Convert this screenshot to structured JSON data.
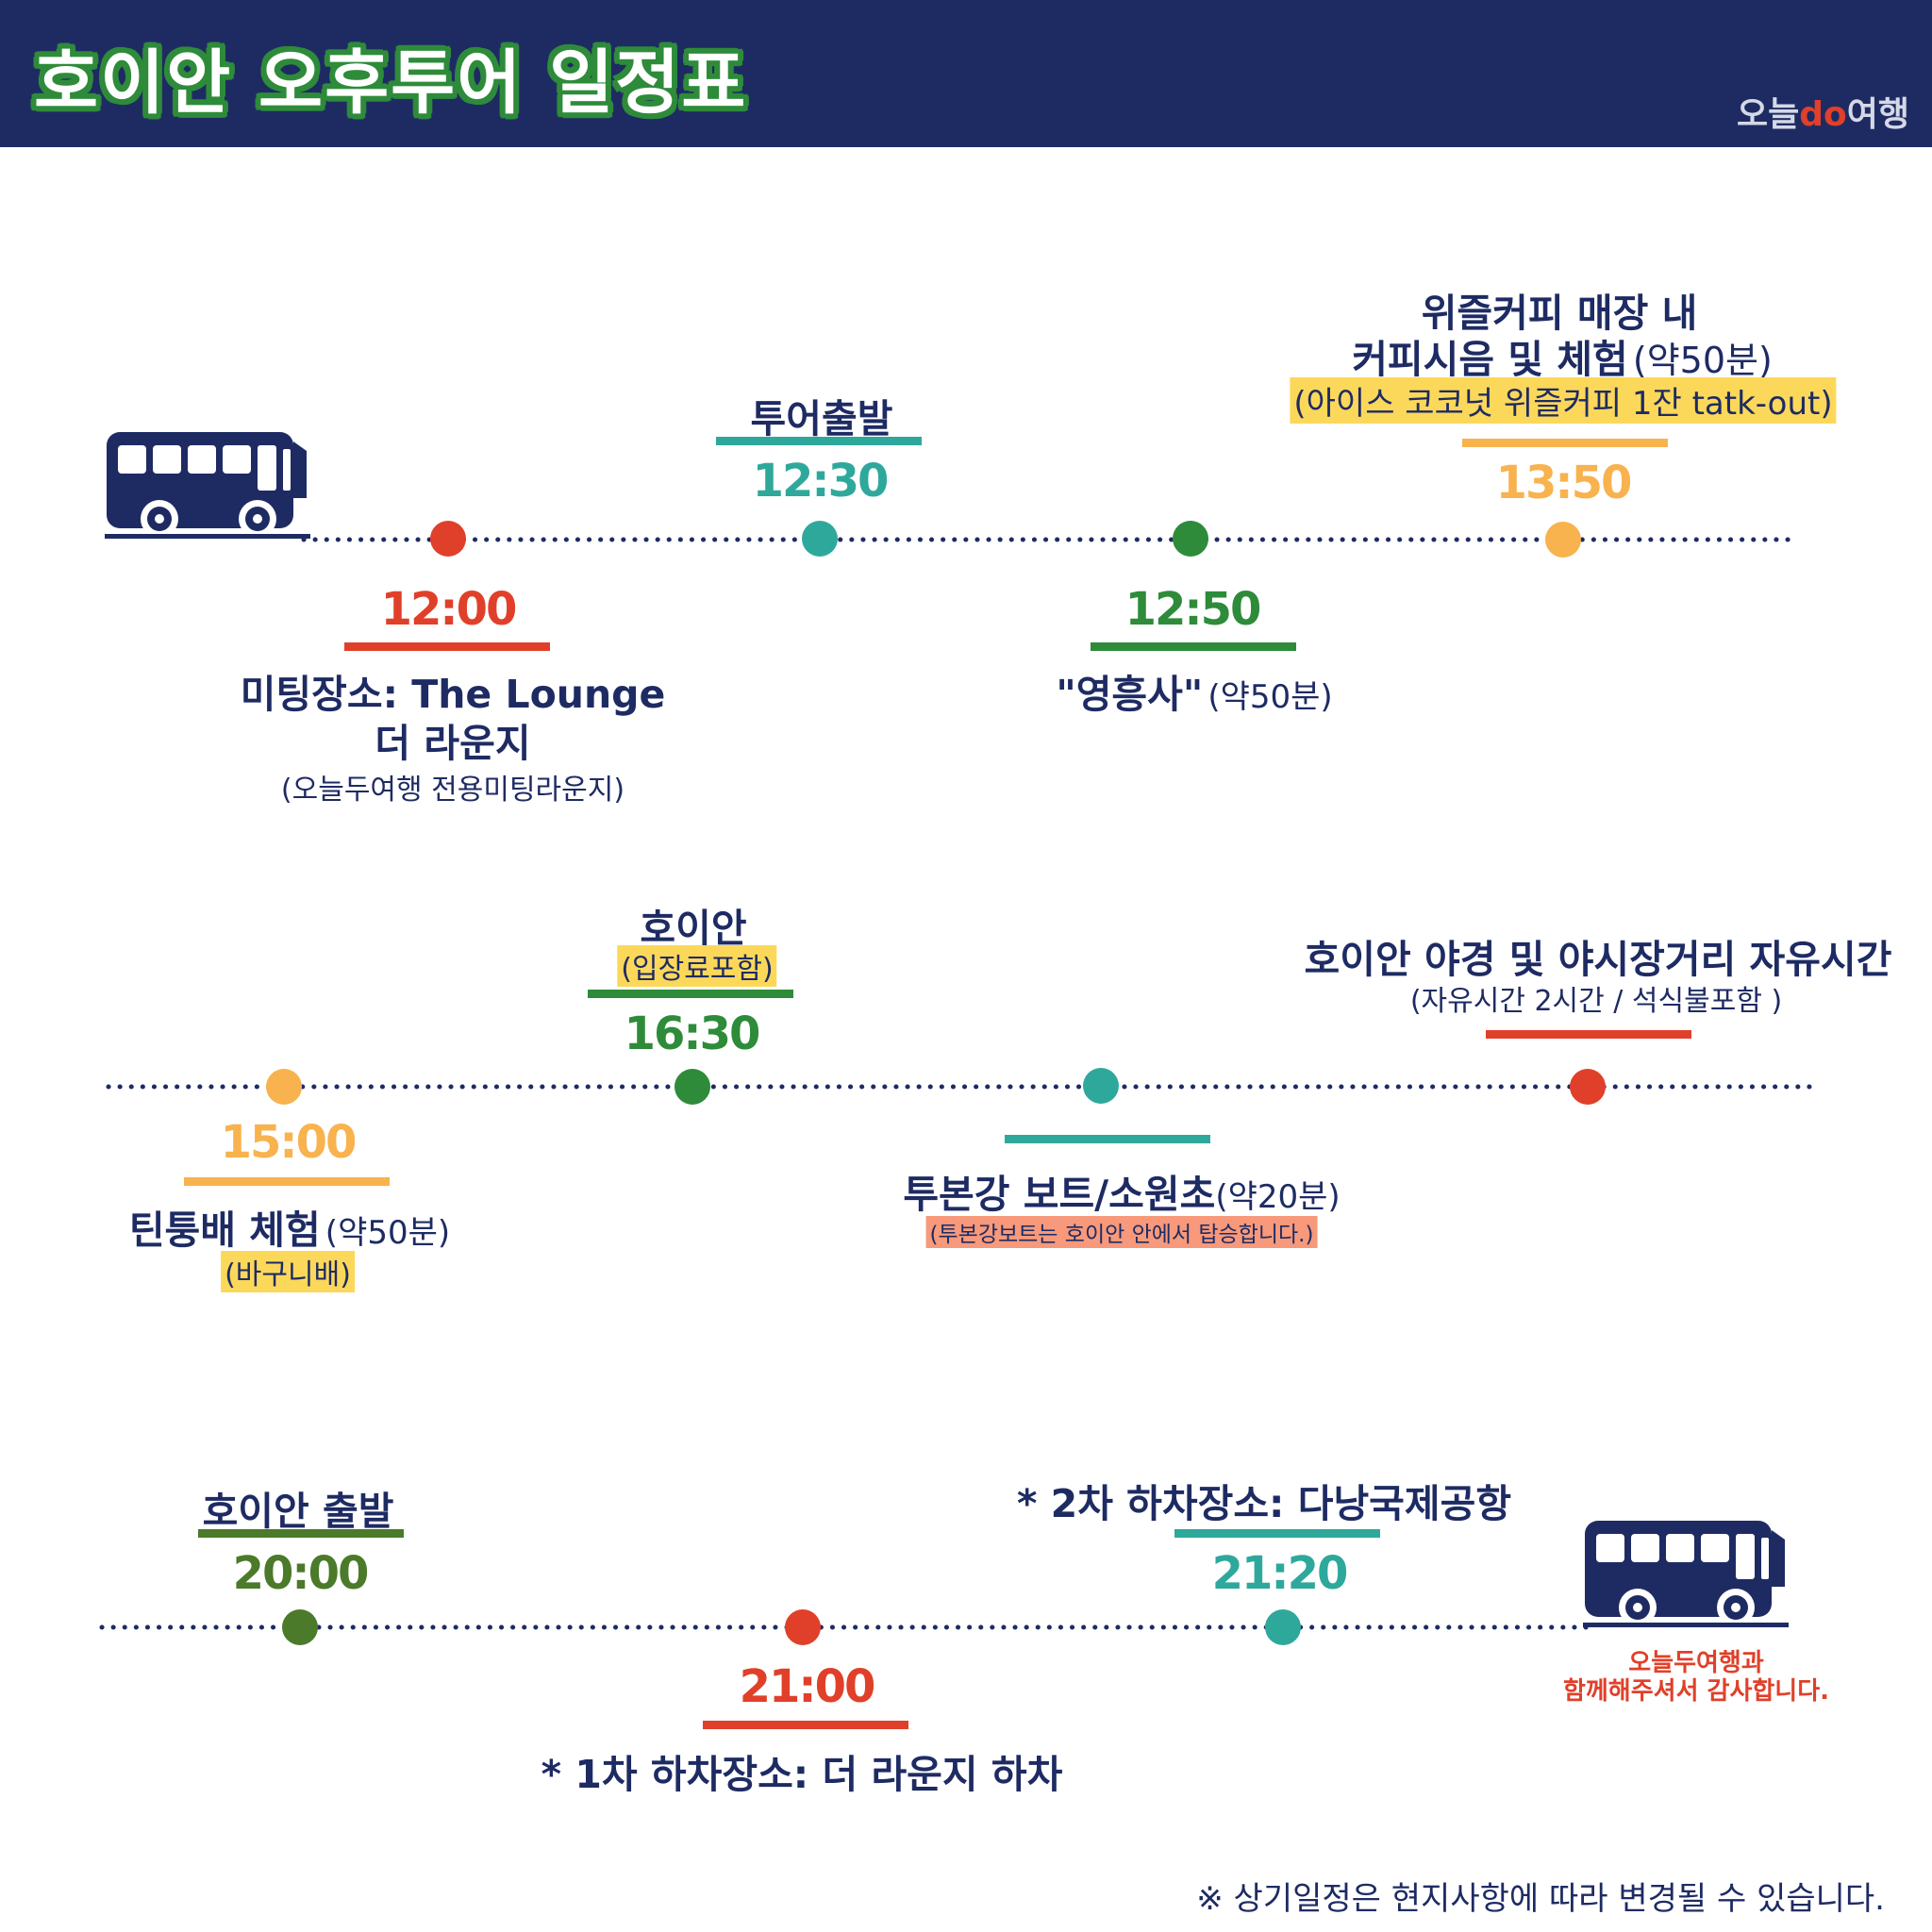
{
  "header": {
    "title": "호이안  오후투어 일정표",
    "brand_prefix": "오늘",
    "brand_do": "do",
    "brand_suffix": "여행"
  },
  "colors": {
    "navy": "#1e2b63",
    "red": "#e0402a",
    "teal": "#2fa89c",
    "green": "#2e8b3a",
    "orange": "#f8b24e",
    "olive": "#4b7a2a",
    "highlight_yellow": "#fcd85a",
    "highlight_salmon": "#f7997a"
  },
  "icons": [
    "bus-icon",
    "bus-icon"
  ],
  "schedule": {
    "s1200": {
      "time": "12:00",
      "line1": "미팅장소: The Lounge",
      "line2": "더 라운지",
      "line3": "(오늘두여행 전용미팅라운지)"
    },
    "s1230": {
      "time": "12:30",
      "label": "투어출발"
    },
    "s1250": {
      "time": "12:50",
      "label": "\"영흥사\"",
      "duration": "(약50분)"
    },
    "s1350": {
      "time": "13:50",
      "line1": "위즐커피 매장 내",
      "line2": "커피시음 및 체험",
      "line2_duration": "(약50분)",
      "note": "(아이스 코코넛 위즐커피 1잔 tatk-out)"
    },
    "s1500": {
      "time": "15:00",
      "label": "틴퉁배 체험",
      "duration": "(약50분)",
      "note": "(바구니배)"
    },
    "s1630": {
      "time": "16:30",
      "label": "호이안",
      "note": "(입장료포함)"
    },
    "boat": {
      "label": "투본강 보트/소원초",
      "duration": "(약20분)",
      "note": "(투본강보트는 호이안 안에서 탑승합니다.)"
    },
    "night": {
      "label": "호이안 야경 및 야시장거리 자유시간",
      "note": "(자유시간 2시간 / 석식불포함 )"
    },
    "s2000": {
      "time": "20:00",
      "label": "호이안 출발"
    },
    "s2100": {
      "time": "21:00",
      "label": "* 1차 하차장소: 더 라운지 하차"
    },
    "s2120": {
      "time": "21:20",
      "label": "* 2차 하차장소: 다낭국제공항"
    }
  },
  "thanks": {
    "line1": "오늘두여행과",
    "line2": "함께해주셔서 감사합니다."
  },
  "footer_note": "※ 상기일정은 현지사항에 따라 변경될 수 있습니다."
}
